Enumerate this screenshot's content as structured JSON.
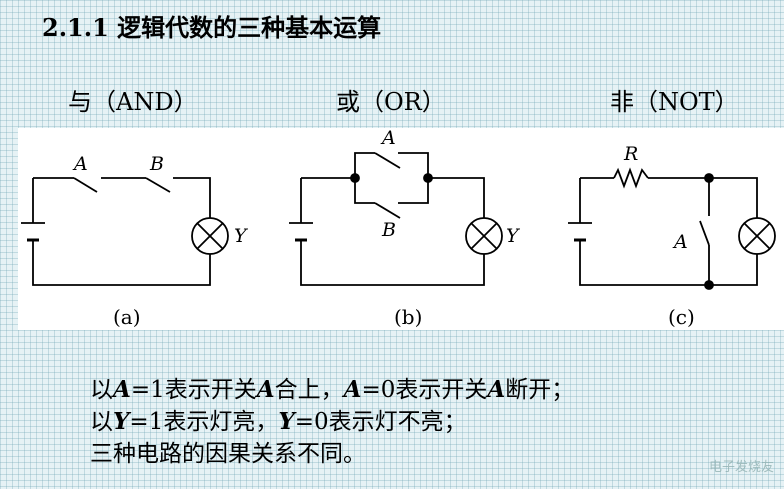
{
  "heading": "2.1.1 逻辑代数的三种基本运算",
  "gates": {
    "and": "与（AND）",
    "or": "或（OR）",
    "not": "非（NOT）"
  },
  "circuits": {
    "a": {
      "caption": "(a)",
      "switch1": "A",
      "switch2": "B",
      "lamp": "Y"
    },
    "b": {
      "caption": "(b)",
      "switch1": "A",
      "switch2": "B",
      "lamp": "Y"
    },
    "c": {
      "caption": "(c)",
      "resistor": "R",
      "switch": "A"
    }
  },
  "notes": {
    "line1": {
      "prefix": "以",
      "v1": "A",
      "t1": "=1表示开关",
      "v2": "A",
      "t2": "合上，",
      "v3": "A",
      "t3": "=0表示开关",
      "v4": "A",
      "t4": "断开；"
    },
    "line2": {
      "prefix": "以",
      "v1": "Y",
      "t1": "=1表示灯亮，",
      "v2": "Y",
      "t2": "=0表示灯不亮；"
    },
    "line3": "三种电路的因果关系不同。"
  },
  "watermark": "电子发烧友"
}
